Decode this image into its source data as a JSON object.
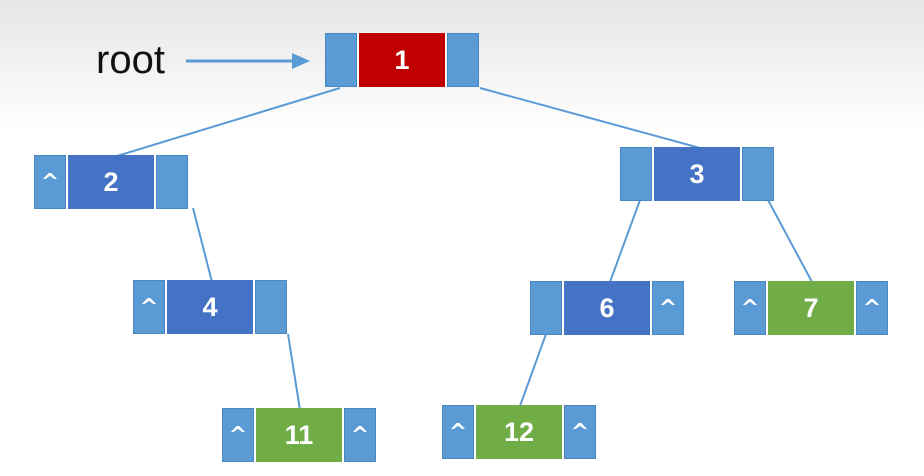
{
  "root_label": "root",
  "colors": {
    "root_value": "#c00000",
    "internal_value": "#4472c4",
    "leaf_value": "#70ad47",
    "pointer_cell": "#5b9bd5",
    "edge": "#5b9bd5"
  },
  "null_marker": "^",
  "nodes": {
    "n1": {
      "value": "1",
      "left": "",
      "right": ""
    },
    "n2": {
      "value": "2",
      "left": "^",
      "right": ""
    },
    "n3": {
      "value": "3",
      "left": "",
      "right": ""
    },
    "n4": {
      "value": "4",
      "left": "^",
      "right": ""
    },
    "n6": {
      "value": "6",
      "left": "",
      "right": "^"
    },
    "n7": {
      "value": "7",
      "left": "^",
      "right": "^"
    },
    "n11": {
      "value": "11",
      "left": "^",
      "right": "^"
    },
    "n12": {
      "value": "12",
      "left": "^",
      "right": "^"
    }
  }
}
